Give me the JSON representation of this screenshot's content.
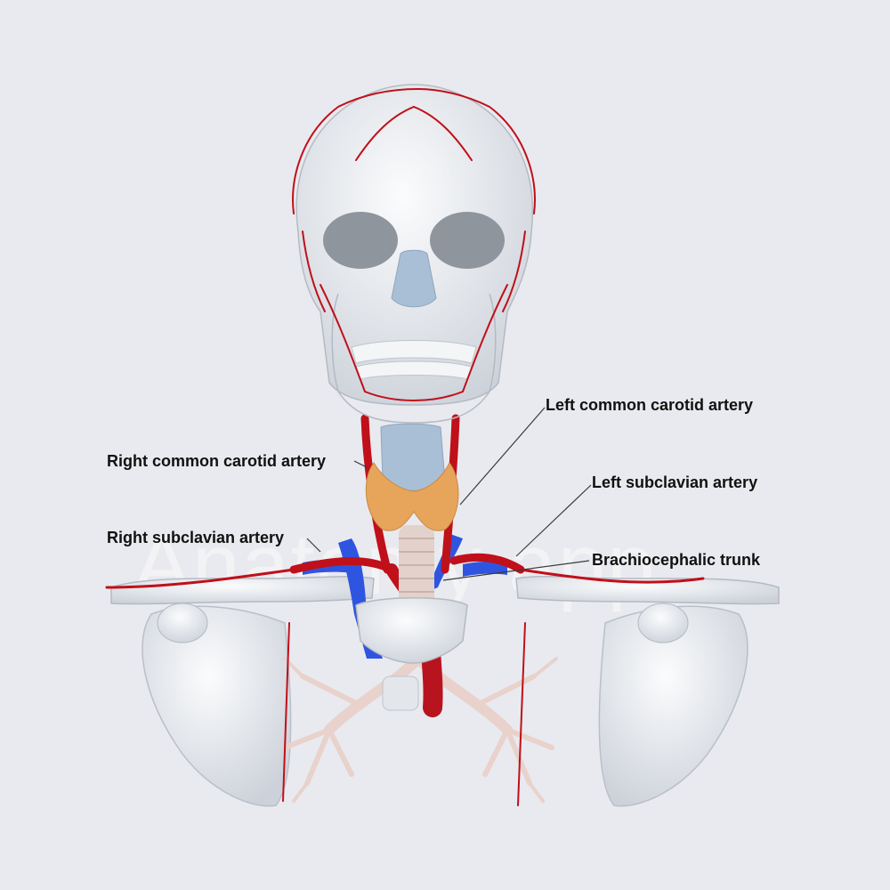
{
  "labels": {
    "left_common_carotid": "Left common carotid artery",
    "right_common_carotid": "Right common carotid artery",
    "left_subclavian": "Left subclavian artery",
    "right_subclavian": "Right subclavian artery",
    "brachiocephalic": "Brachiocephalic trunk"
  },
  "watermark": "Anatomy app",
  "colors": {
    "background": "#e9eaef",
    "bone": "#eceff2",
    "bone_shadow": "#c9ced6",
    "artery": "#c0101a",
    "vein": "#2f55e0",
    "thyroid": "#e6a55a",
    "cartilage": "#a9bfd6",
    "airway": "#ead8d2",
    "leader_line": "#3a3a3a"
  }
}
